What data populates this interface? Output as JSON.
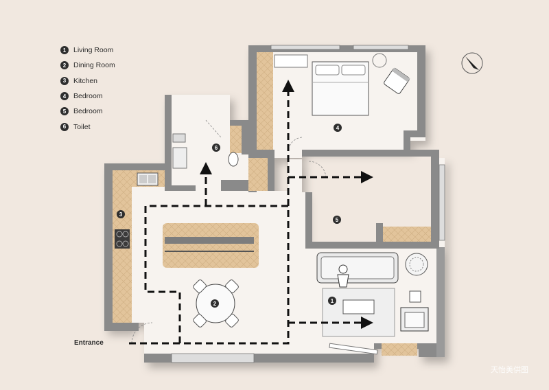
{
  "legend": [
    {
      "num": "1",
      "label": "Living Room"
    },
    {
      "num": "2",
      "label": "Dining Room"
    },
    {
      "num": "3",
      "label": "Kitchen"
    },
    {
      "num": "4",
      "label": "Bedroom"
    },
    {
      "num": "5",
      "label": "Bedroom"
    },
    {
      "num": "6",
      "label": "Toilet"
    }
  ],
  "room_markers": [
    "1",
    "2",
    "3",
    "4",
    "5",
    "6"
  ],
  "entrance_label": "Entrance",
  "watermark": "天怡美供图",
  "colors": {
    "background": "#f1e8e0",
    "wall": "#8a8a8a",
    "wall_dark": "#5b5b5b",
    "floor": "#f7f3ef",
    "wood": "#e2c49b",
    "path": "#111111",
    "marker": "#2e2e2e"
  },
  "icons": [
    "north-arrow-icon",
    "bed-icon",
    "chair-icon",
    "sofa-icon",
    "dining-table-icon",
    "stove-icon",
    "sink-icon",
    "toilet-icon",
    "plant-icon",
    "person-icon"
  ]
}
